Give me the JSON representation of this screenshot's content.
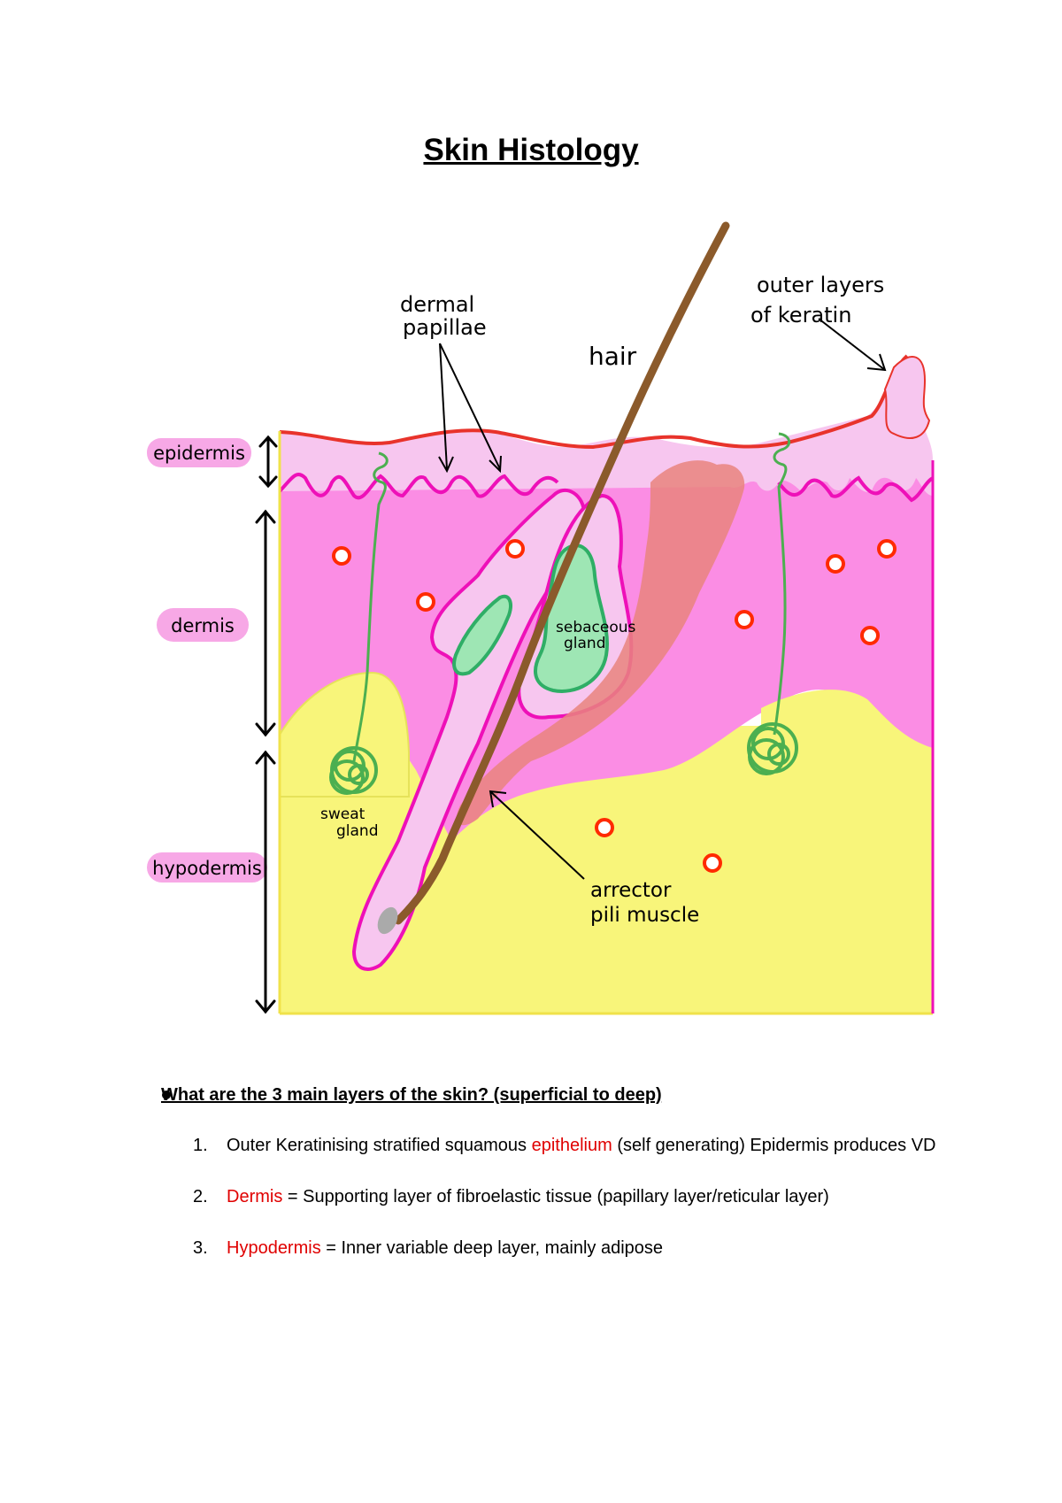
{
  "document": {
    "title": "Skin Histology"
  },
  "diagram": {
    "layer_labels": {
      "epidermis": "epidermis",
      "dermis": "dermis",
      "hypodermis": "hypodermis"
    },
    "annotations": {
      "dermal_papillae_line1": "dermal",
      "dermal_papillae_line2": "papillae",
      "hair": "hair",
      "keratin_line1": "outer layers",
      "keratin_line2": "of keratin",
      "sebaceous_line1": "sebaceous",
      "sebaceous_line2": "gland",
      "sweat_line1": "sweat",
      "sweat_line2": "gland",
      "arrector_line1": "arrector",
      "arrector_line2": "pili muscle"
    },
    "colors": {
      "dermis": "#fb8de4",
      "epidermis": "#f7c6ef",
      "hypodermis": "#f8f57a",
      "outline": "#ee10b8",
      "keratin_line": "#e8332b",
      "gland": "#9ee6b4",
      "hair": "#8b5a2b",
      "muscle": "#e9847e",
      "nerve": "#4caf50",
      "vessel": "#ff2a00"
    }
  },
  "question": {
    "text": "What are the 3 main layers of the skin? (superficial to deep)",
    "items": [
      {
        "num": "1.",
        "before": "Outer Keratinising stratified squamous ",
        "highlight": "epithelium",
        "after": " (self generating) Epidermis produces VD"
      },
      {
        "num": "2.",
        "before": "",
        "highlight": "Dermis",
        "after": " = Supporting layer of fibroelastic tissue (papillary layer/reticular layer)"
      },
      {
        "num": "3.",
        "before": "",
        "highlight": "Hypodermis",
        "after": " = Inner variable deep layer, mainly adipose"
      }
    ]
  }
}
